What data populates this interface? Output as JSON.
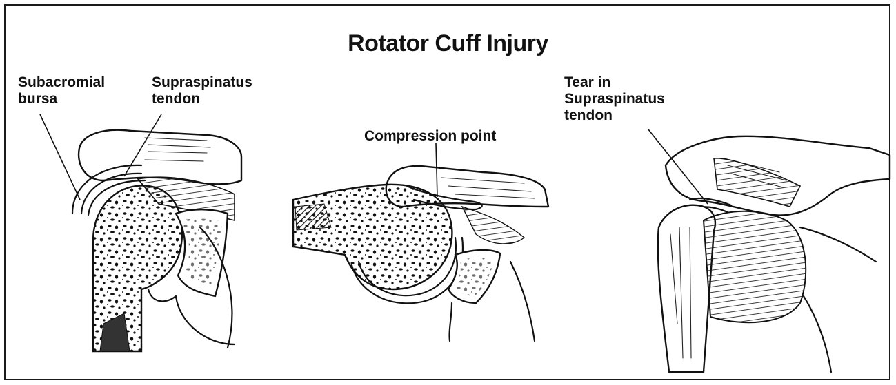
{
  "figure": {
    "title": "Rotator Cuff Injury",
    "labels": {
      "subacromial_bursa": [
        "Subacromial",
        "bursa"
      ],
      "supraspinatus_tendon": [
        "Supraspinatus",
        "tendon"
      ],
      "compression_point": "Compression point",
      "tear": [
        "Tear in",
        "Supraspinatus",
        "tendon"
      ]
    }
  }
}
